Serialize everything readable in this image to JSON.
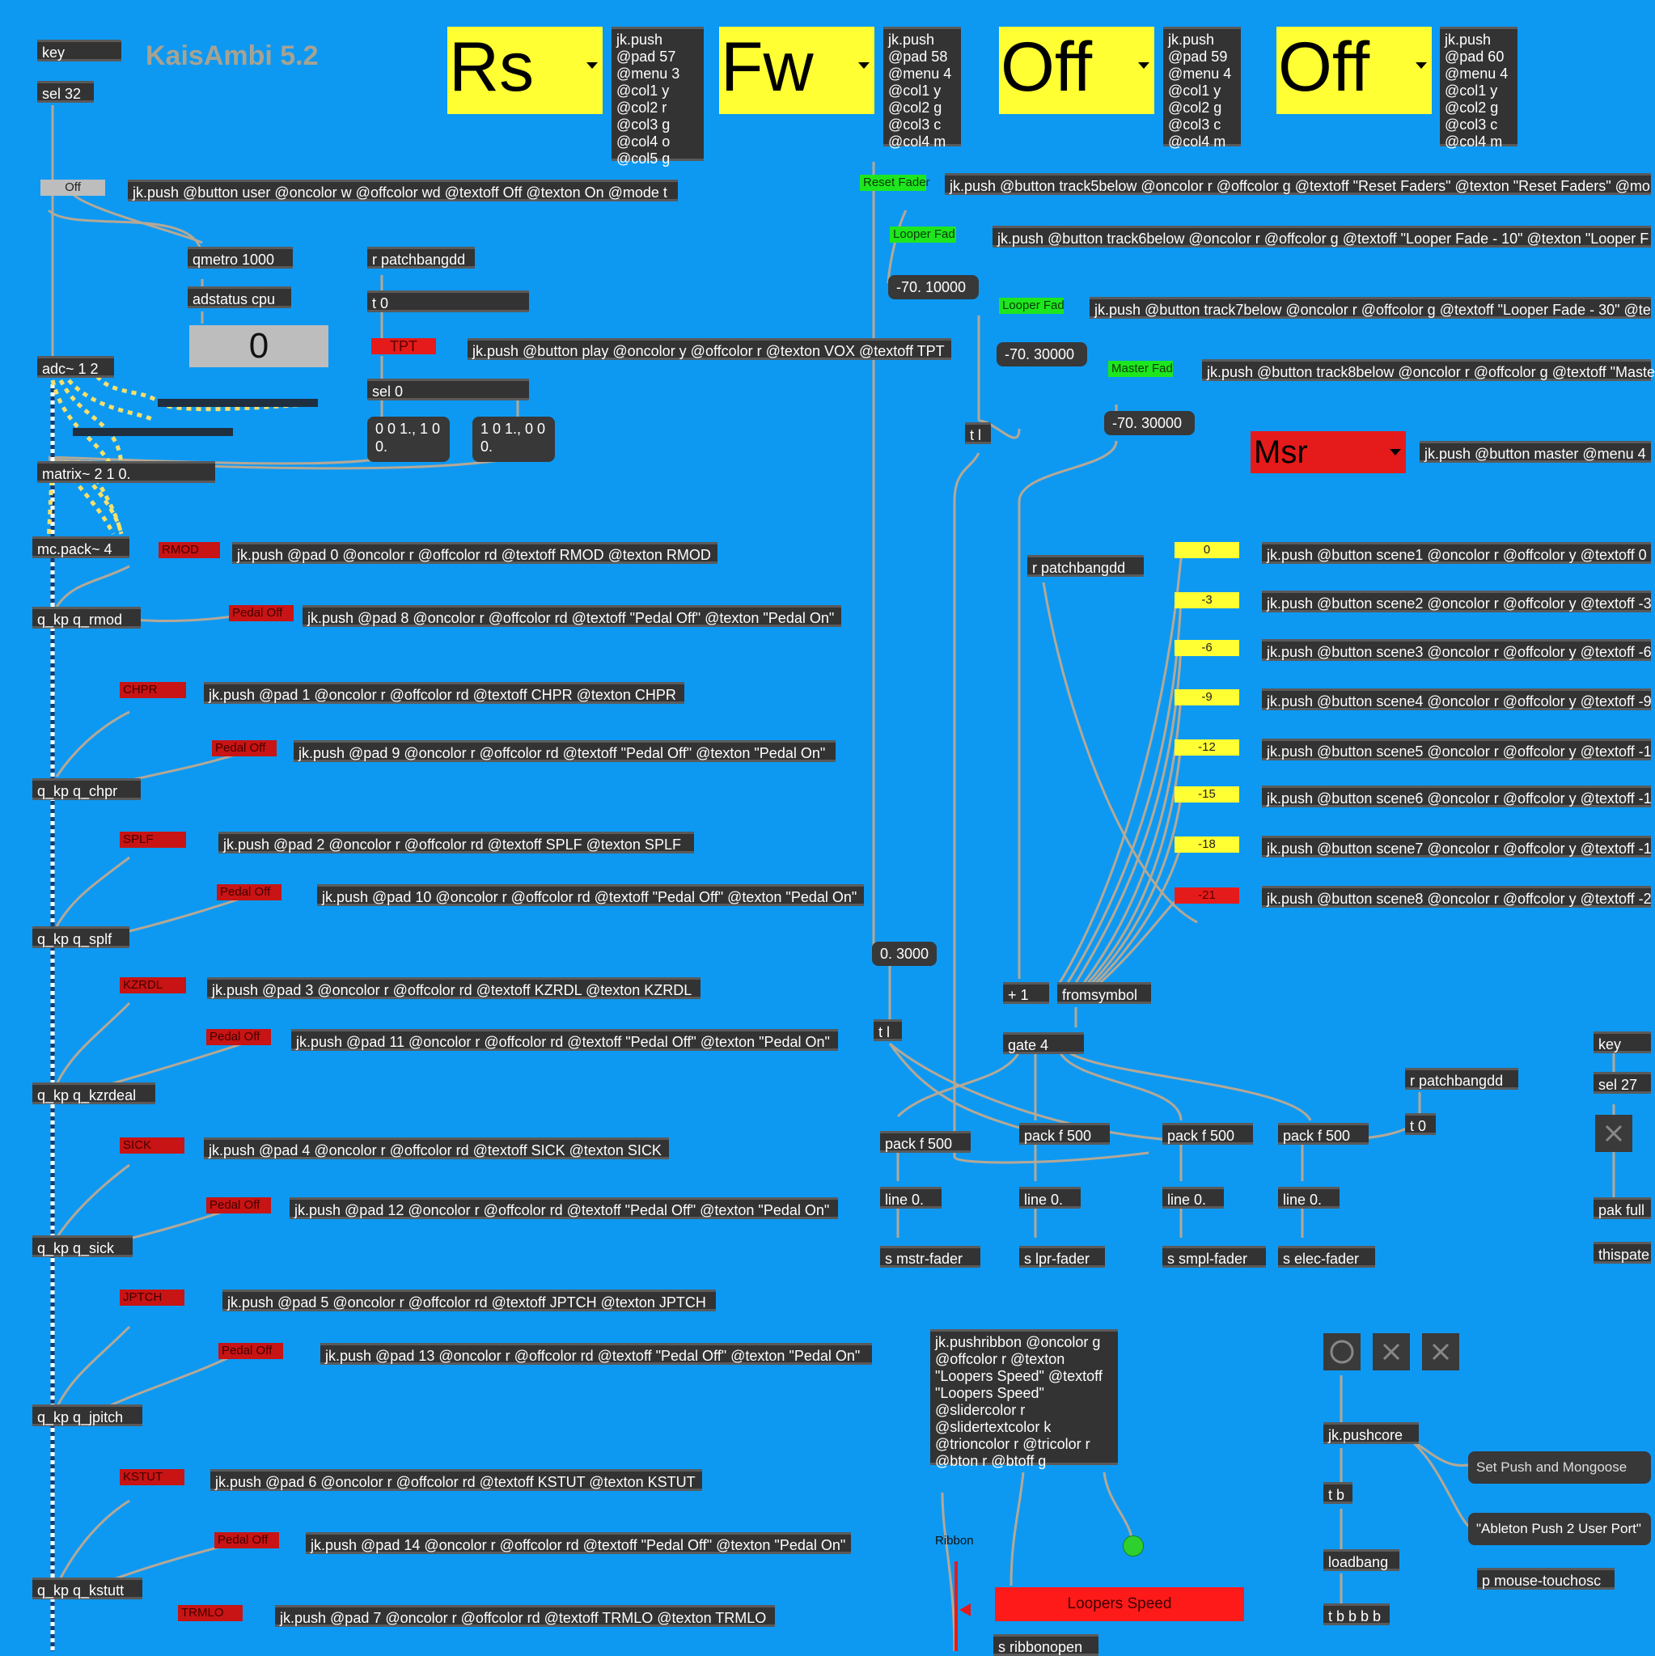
{
  "title": "KaisAmbi 5.2",
  "colors": {
    "background": "#0d99f2",
    "object": "#333333",
    "yellow": "#ffff33",
    "red": "#e51b1b",
    "green": "#1ee61e"
  },
  "top_menus": [
    {
      "value": "Rs",
      "push": "jk.push\n@pad 57\n@menu 3\n@col1 y\n@col2 r\n@col3 g\n@col4 o\n@col5 g"
    },
    {
      "value": "Fw",
      "push": "jk.push\n@pad 58\n@menu 4\n@col1 y\n@col2 g\n@col3 c\n@col4 m"
    },
    {
      "value": "Off",
      "push": "jk.push\n@pad 59\n@menu 4\n@col1 y\n@col2 g\n@col3 c\n@col4 m"
    },
    {
      "value": "Off",
      "push": "jk.push\n@pad 60\n@menu 4\n@col1 y\n@col2 g\n@col3 c\n@col4 m"
    }
  ],
  "left": {
    "key": "key",
    "sel32": "sel 32",
    "off_label": "Off",
    "user_push": "jk.push @button user @oncolor w @offcolor wd @textoff Off @texton On @mode t",
    "qmetro": "qmetro 1000",
    "adstatus": "adstatus cpu",
    "cpu_value": "0",
    "adc": "adc~ 1 2",
    "matrix": "matrix~ 2 1 0.",
    "mcpack": "mc.pack~ 4",
    "patchbang": "r patchbangdd",
    "t0": "t 0",
    "tpt_label": "TPT",
    "play_push": "jk.push @button play @oncolor y @offcolor r @texton VOX @textoff TPT",
    "sel0": "sel 0",
    "msg_a": "0 0 1., 1 0\n0.",
    "msg_b": "1 0 1., 0 0\n0."
  },
  "effects": [
    {
      "label": "RMOD",
      "push": "jk.push @pad 0 @oncolor r @offcolor rd @textoff RMOD @texton RMOD",
      "pedal_label": "Pedal Off",
      "pedal_push": "jk.push @pad 8 @oncolor r @offcolor rd @textoff \"Pedal Off\" @texton \"Pedal On\"",
      "module": "q_kp q_rmod"
    },
    {
      "label": "CHPR",
      "push": "jk.push @pad 1 @oncolor r @offcolor rd @textoff CHPR @texton CHPR",
      "pedal_label": "Pedal Off",
      "pedal_push": "jk.push @pad 9 @oncolor r @offcolor rd @textoff \"Pedal Off\" @texton \"Pedal On\"",
      "module": "q_kp q_chpr"
    },
    {
      "label": "SPLF",
      "push": "jk.push @pad 2 @oncolor r @offcolor rd @textoff SPLF @texton SPLF",
      "pedal_label": "Pedal Off",
      "pedal_push": "jk.push @pad 10 @oncolor r @offcolor rd @textoff \"Pedal Off\" @texton \"Pedal On\"",
      "module": "q_kp q_splf"
    },
    {
      "label": "KZRDL",
      "push": "jk.push @pad 3 @oncolor r @offcolor rd @textoff KZRDL @texton KZRDL",
      "pedal_label": "Pedal Off",
      "pedal_push": "jk.push @pad 11 @oncolor r @offcolor rd @textoff \"Pedal Off\" @texton \"Pedal On\"",
      "module": "q_kp q_kzrdeal"
    },
    {
      "label": "SICK",
      "push": "jk.push @pad 4 @oncolor r @offcolor rd @textoff SICK @texton SICK",
      "pedal_label": "Pedal Off",
      "pedal_push": "jk.push @pad 12 @oncolor r @offcolor rd @textoff \"Pedal Off\" @texton \"Pedal On\"",
      "module": "q_kp q_sick"
    },
    {
      "label": "JPTCH",
      "push": "jk.push @pad 5 @oncolor r @offcolor rd @textoff JPTCH @texton JPTCH",
      "pedal_label": "Pedal Off",
      "pedal_push": "jk.push @pad 13 @oncolor r @offcolor rd @textoff \"Pedal Off\" @texton \"Pedal On\"",
      "module": "q_kp q_jpitch"
    },
    {
      "label": "KSTUT",
      "push": "jk.push @pad 6 @oncolor r @offcolor rd @textoff KSTUT @texton KSTUT",
      "pedal_label": "Pedal Off",
      "pedal_push": "jk.push @pad 14 @oncolor r @offcolor rd @textoff \"Pedal Off\" @texton \"Pedal On\"",
      "module": "q_kp q_kstutt"
    },
    {
      "label": "TRMLO",
      "push": "jk.push @pad 7 @oncolor r @offcolor rd @textoff TRMLO @texton TRMLO"
    }
  ],
  "faders": {
    "reset_label": "Reset Fader",
    "reset_push": "jk.push @button track5below @oncolor r @offcolor g @textoff \"Reset Faders\" @texton \"Reset Faders\" @mo",
    "looper10_label": "Looper Fad",
    "looper10_push": "jk.push @button track6below @oncolor r @offcolor g @textoff \"Looper Fade - 10\" @texton \"Looper F",
    "msg_10000": "-70. 10000",
    "looper30_label": "Looper Fad",
    "looper30_push": "jk.push @button track7below @oncolor r @offcolor g @textoff \"Looper Fade - 30\" @te",
    "msg_30000a": "-70. 30000",
    "master_label": "Master Fad",
    "master_push": "jk.push @button track8below @oncolor r @offcolor g @textoff \"Maste",
    "msg_30000b": "-70. 30000",
    "tl1": "t l",
    "msr_value": "Msr",
    "msr_push": "jk.push @button master @menu 4",
    "patchbang2": "r patchbangdd",
    "msg_3000": "0. 3000",
    "tl2": "t l",
    "plus1": "+ 1",
    "fromsymbol": "fromsymbol",
    "gate": "gate 4",
    "packs": [
      "pack f 500",
      "pack f 500",
      "pack f 500",
      "pack f 500"
    ],
    "lines": [
      "line 0.",
      "line 0.",
      "line 0.",
      "line 0."
    ],
    "sends": [
      "s mstr-fader",
      "s lpr-fader",
      "s smpl-fader",
      "s elec-fader"
    ],
    "patchbang3": "r patchbangdd",
    "t0b": "t 0"
  },
  "scenes": [
    {
      "value": "0",
      "push": "jk.push @button scene1 @oncolor r @offcolor y @textoff 0"
    },
    {
      "value": "-3",
      "push": "jk.push @button scene2 @oncolor r @offcolor y @textoff -3"
    },
    {
      "value": "-6",
      "push": "jk.push @button scene3 @oncolor r @offcolor y @textoff -6"
    },
    {
      "value": "-9",
      "push": "jk.push @button scene4 @oncolor r @offcolor y @textoff -9"
    },
    {
      "value": "-12",
      "push": "jk.push @button scene5 @oncolor r @offcolor y @textoff -1"
    },
    {
      "value": "-15",
      "push": "jk.push @button scene6 @oncolor r @offcolor y @textoff -1"
    },
    {
      "value": "-18",
      "push": "jk.push @button scene7 @oncolor r @offcolor y @textoff -1"
    },
    {
      "value": "-21",
      "push": "jk.push @button scene8 @oncolor r @offcolor y @textoff -2"
    }
  ],
  "ribbon": {
    "push": "jk.pushribbon @oncolor g\n@offcolor r @texton\n\"Loopers Speed\" @textoff\n\"Loopers Speed\"\n@slidercolor r\n@slidertextcolor k\n@trioncolor r @tricolor r\n@bton r @btoff g",
    "label": "Ribbon",
    "speed_label": "Loopers Speed",
    "send": "s ribbonopen"
  },
  "right": {
    "key": "key",
    "sel27": "sel 27",
    "pak": "pak full",
    "thispatcher": "thispate",
    "pushcore": "jk.pushcore",
    "tb": "t b",
    "loadbang": "loadbang",
    "tbbbb": "t b b b b",
    "set_push": "Set Push and Mongoose",
    "ableton": "\"Ableton Push 2 User Port\"",
    "mouse": "p mouse-touchosc"
  }
}
